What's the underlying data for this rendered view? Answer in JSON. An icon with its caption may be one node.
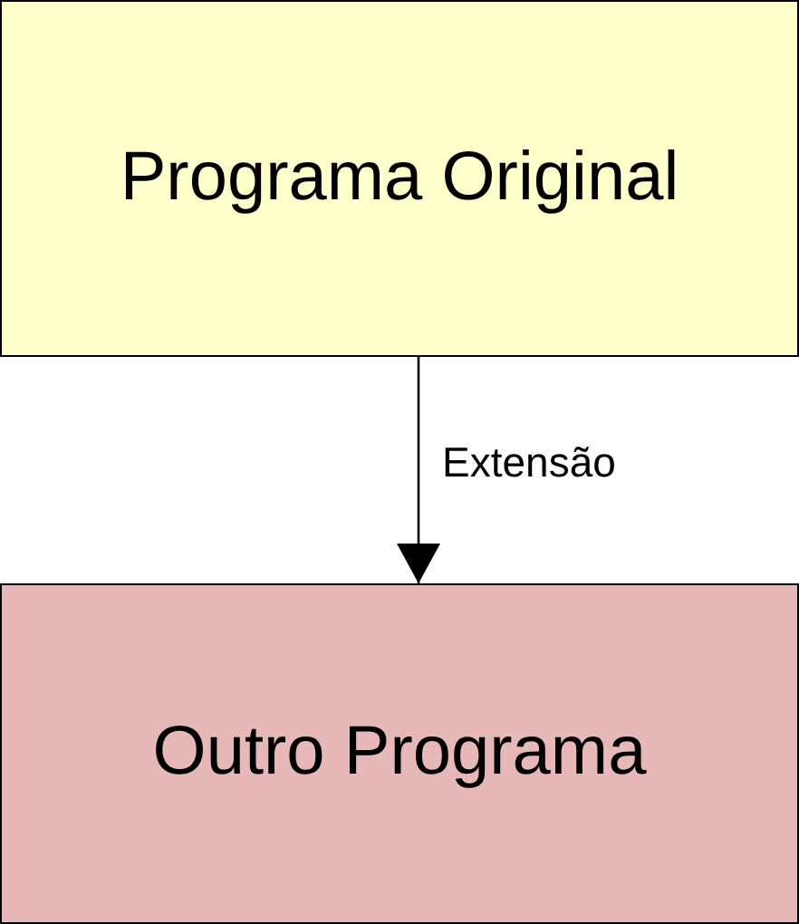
{
  "diagram": {
    "nodes": [
      {
        "text": [
          "Programa Original"
        ]
      },
      {
        "text": [
          "Outro Programa"
        ]
      }
    ],
    "edges": [
      {
        "from": 0,
        "to": 1,
        "arrow": "to",
        "label": "Extensão"
      }
    ]
  }
}
